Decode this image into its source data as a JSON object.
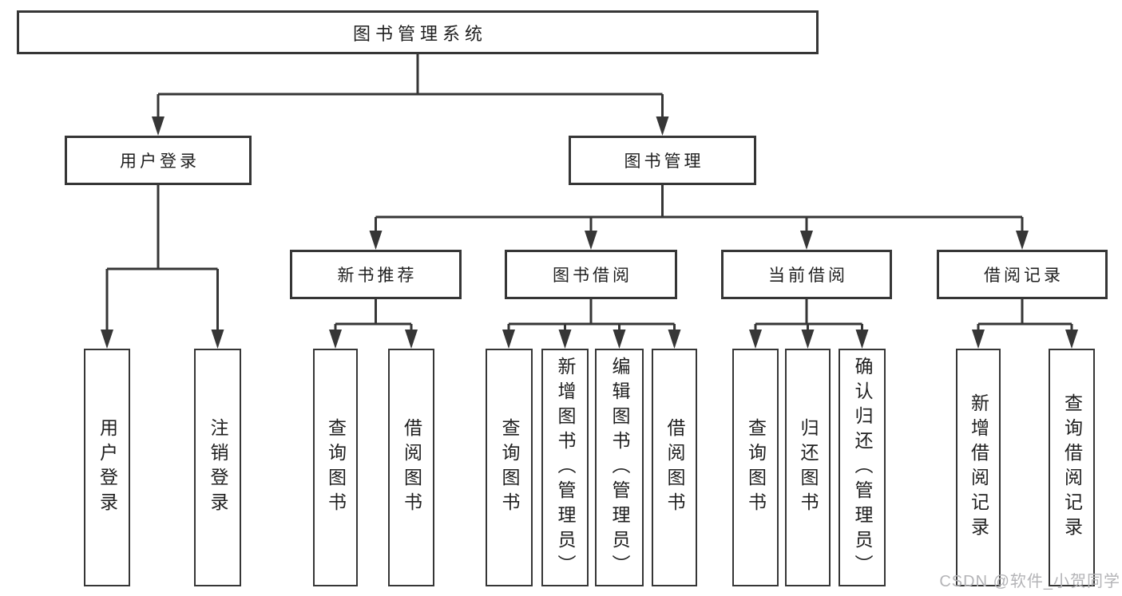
{
  "diagram": {
    "type": "hierarchy-tree",
    "tree": {
      "label": "图书管理系统",
      "children": [
        {
          "label": "用户登录",
          "children": [
            {
              "label": "用户登录"
            },
            {
              "label": "注销登录"
            }
          ]
        },
        {
          "label": "图书管理",
          "children": [
            {
              "label": "新书推荐",
              "children": [
                {
                  "label": "查询图书"
                },
                {
                  "label": "借阅图书"
                }
              ]
            },
            {
              "label": "图书借阅",
              "children": [
                {
                  "label": "查询图书"
                },
                {
                  "label": "新增图书（管理员）"
                },
                {
                  "label": "编辑图书（管理员）"
                },
                {
                  "label": "借阅图书"
                }
              ]
            },
            {
              "label": "当前借阅",
              "children": [
                {
                  "label": "查询图书"
                },
                {
                  "label": "归还图书"
                },
                {
                  "label": "确认归还（管理员）"
                }
              ]
            },
            {
              "label": "借阅记录",
              "children": [
                {
                  "label": "新增借阅记录"
                },
                {
                  "label": "查询借阅记录"
                }
              ]
            }
          ]
        }
      ]
    },
    "colors": {
      "background": "#ffffff",
      "box_fill": "#ffffff",
      "box_border": "#363636",
      "line": "#363636",
      "text": "#1f1f1f",
      "watermark": "#b4b4b7"
    }
  },
  "watermark": {
    "text": "CSDN @软件_小贺同学"
  }
}
